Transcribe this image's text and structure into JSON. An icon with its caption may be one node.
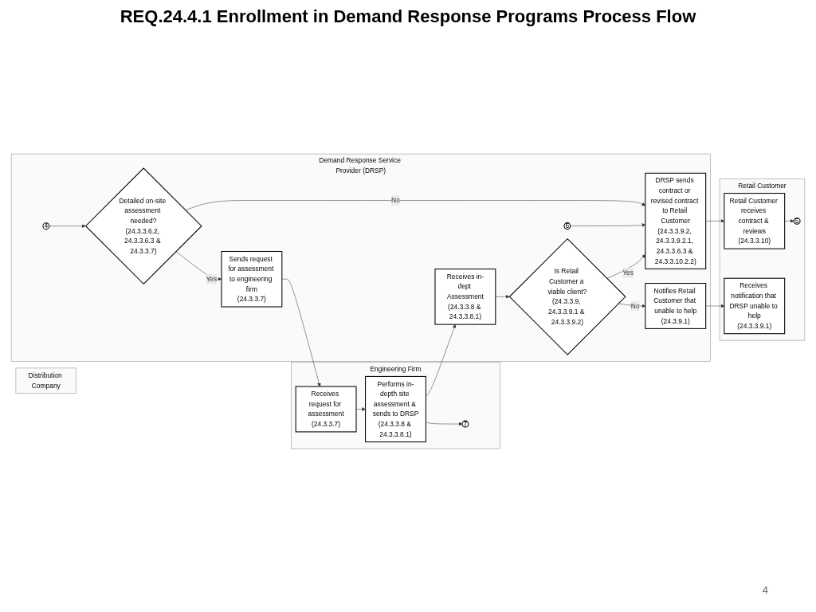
{
  "diagram": {
    "title": "REQ.24.4.1 Enrollment in Demand Response Programs Process Flow",
    "nodes": [
      {
        "text": [
          "Engineering Firm"
        ]
      },
      {
        "text": [
          "Receives request for assessment",
          "(24.3.3.7)"
        ],
        "in": 0
      },
      {
        "text": [
          "Performs in-depth site assessment & sends to DRSP",
          "(24.3.3.8 & 24.3.3.8.1)"
        ],
        "in": 0
      },
      {
        "text": [
          "7"
        ],
        "in": 0
      },
      {
        "text": [
          "Retail Customer"
        ]
      },
      {
        "text": [
          "Receives notification that DRSP unable to help",
          "(24.3.3.9.1)"
        ],
        "in": 4
      },
      {
        "text": [
          "Retail Customer receives contract & reviews",
          "(24.3.3.10)"
        ],
        "in": 4
      },
      {
        "text": [
          "5"
        ],
        "in": 4
      },
      {
        "text": [
          "Demand Response Service Provider (DRSP)"
        ]
      },
      {
        "text": [
          "4"
        ],
        "in": 8
      },
      {
        "text": [
          "Detailed on-site assessment needed?",
          "(24.3.3.6.2, 24.3.3.6.3 & 24.3.3.7)"
        ],
        "in": 8
      },
      {
        "text": [
          "Sends request for assessment to engineering firm",
          "(24.3.3.7)"
        ],
        "in": 8
      },
      {
        "text": [
          "Receives in-dept Assessment",
          "(24.3.3.8 & 24.3.3.8.1)"
        ],
        "in": 8
      },
      {
        "text": [
          "Is Retail Customer a viable client?",
          "(24.3.3.9, 24.3.3.9.1 & 24.3.3.9.2)"
        ],
        "in": 8
      },
      {
        "text": [
          "Notifies Retail Customer that unable to help",
          "(24.3.9.1)"
        ],
        "in": 8
      },
      {
        "text": [
          "DRSP sends contract or revised contract to Retail Customer",
          "(24.3.3.9.2, 24.3.3.9.2.1, 24.3.3.6.3 & 24.3.3.10.2.2)"
        ],
        "in": 8
      },
      {
        "text": [
          "6"
        ],
        "in": 8
      },
      {
        "text": [
          "Distribution Company"
        ]
      }
    ],
    "edges": [
      {
        "from": 9,
        "to": 10,
        "arrow": "to"
      },
      {
        "from": 10,
        "to": 11,
        "arrow": "to",
        "label": "Yes"
      },
      {
        "from": 11,
        "to": 1,
        "arrow": "to"
      },
      {
        "from": 1,
        "to": 2,
        "arrow": "to"
      },
      {
        "from": 2,
        "to": 3,
        "arrow": "to"
      },
      {
        "from": 2,
        "to": 12,
        "arrow": "to"
      },
      {
        "from": 12,
        "to": 13,
        "arrow": "to"
      },
      {
        "from": 13,
        "to": 14,
        "arrow": "to",
        "label": "No"
      },
      {
        "from": 14,
        "to": 5,
        "arrow": "to"
      },
      {
        "from": 13,
        "to": 15,
        "arrow": "to",
        "label": "Yes"
      },
      {
        "from": 16,
        "to": 15,
        "arrow": "to"
      },
      {
        "from": 15,
        "to": 6,
        "arrow": "to"
      },
      {
        "from": 6,
        "to": 7,
        "arrow": "to"
      },
      {
        "from": 10,
        "to": 15,
        "arrow": "to",
        "label": "No"
      }
    ],
    "labels": [
      "4"
    ]
  }
}
